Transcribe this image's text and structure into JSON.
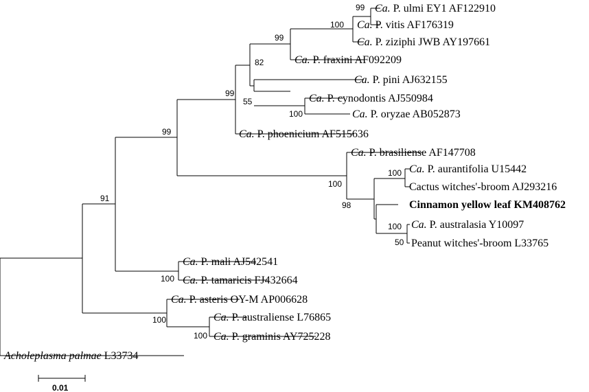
{
  "tree": {
    "taxa": [
      {
        "prefix": "Ca.",
        "name": " P. ulmi EY1 AF122910"
      },
      {
        "prefix": "Ca.",
        "name": " P. vitis AF176319"
      },
      {
        "prefix": "Ca.",
        "name": " P. ziziphi JWB AY197661"
      },
      {
        "prefix": "Ca.",
        "name": " P. fraxini AF092209"
      },
      {
        "prefix": "Ca.",
        "name": " P. pini AJ632155"
      },
      {
        "prefix": "Ca.",
        "name": " P. cynodontis AJ550984"
      },
      {
        "prefix": "Ca.",
        "name": " P. oryzae AB052873"
      },
      {
        "prefix": "Ca.",
        "name": " P. phoenicium AF515636"
      },
      {
        "prefix": "Ca.",
        "name": " P. brasiliense AF147708"
      },
      {
        "prefix": "Ca.",
        "name": " P. aurantifolia U15442"
      },
      {
        "prefix": "",
        "name": "Cactus witches'-broom AJ293216"
      },
      {
        "prefix": "",
        "name": "Cinnamon yellow leaf KM408762",
        "bold": true
      },
      {
        "prefix": "Ca.",
        "name": " P. australasia Y10097"
      },
      {
        "prefix": "",
        "name": "Peanut witches'-broom L33765"
      },
      {
        "prefix": "Ca.",
        "name": " P. mali AJ542541"
      },
      {
        "prefix": "Ca.",
        "name": " P. tamaricis FJ432664"
      },
      {
        "prefix": "Ca.",
        "name": " P. asteris OY-M AP006628"
      },
      {
        "prefix": "Ca.",
        "name": " P. australiense L76865"
      },
      {
        "prefix": "Ca.",
        "name": " P. graminis AY725228"
      },
      {
        "prefix": "Acholeplasma palmae",
        "name": " L33734"
      }
    ],
    "bootstrap": [
      "99",
      "100",
      "99",
      "82",
      "55",
      "100",
      "99",
      "99",
      "100",
      "100",
      "98",
      "100",
      "50",
      "91",
      "100",
      "100",
      "100"
    ],
    "scale_bar": {
      "label": "0.01"
    }
  }
}
